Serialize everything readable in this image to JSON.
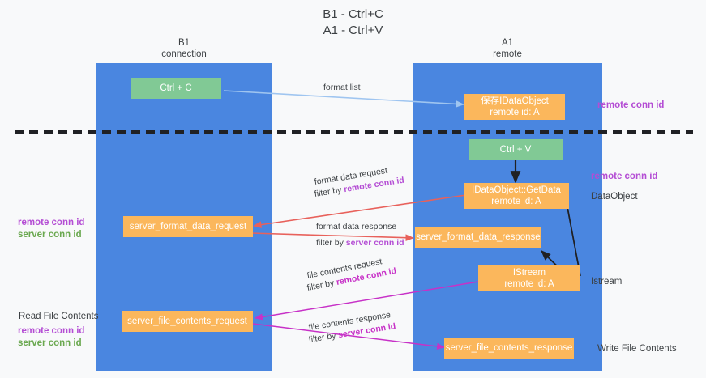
{
  "title": "B1 - Ctrl+C\nA1 - Ctrl+V",
  "columns": {
    "left": "B1\nconnection",
    "right": "A1\nremote"
  },
  "colors": {
    "lane": "#4a86e0",
    "box_green": "#81c995",
    "box_orange": "#fbb75c",
    "accent_purple": "#b44dd4",
    "accent_green": "#6aa84f",
    "accent_magenta": "#c731c7",
    "wire_blue": "#9fc5f0",
    "wire_red": "#e8615b",
    "wire_black": "#202124",
    "background": "#f8f9fa"
  },
  "boxes": {
    "ctrl_c": "Ctrl + C",
    "ctrl_v": "Ctrl + V",
    "save_dataobject": "保存IDataObject\nremote id: A",
    "getdata": "IDataObject::GetData\nremote id: A",
    "istream": "IStream\nremote id: A",
    "server_format_data_request": "server_format_data_request",
    "server_format_data_response": "server_format_data_response",
    "server_file_contents_request": "server_file_contents_request",
    "server_file_contents_response": "server_file_contents_response"
  },
  "edges": {
    "format_list": "format list",
    "format_data_request": "format data request",
    "format_data_request_filter_prefix": "filter by ",
    "format_data_request_filter_key": "remote conn id",
    "format_data_response": "format data response",
    "format_data_response_filter_prefix": "filter by ",
    "format_data_response_filter_key": "server conn id",
    "file_contents_request": "file contents request",
    "file_contents_request_filter_prefix": "filter by ",
    "file_contents_request_filter_key": "remote conn id",
    "file_contents_response": "file contents response",
    "file_contents_response_filter_prefix": "filter by ",
    "file_contents_response_filter_key": "server conn id"
  },
  "annotations": {
    "right_remote_conn_id_top": "remote conn id",
    "right_remote_conn_id_mid": "remote conn id",
    "right_dataobject": "DataObject",
    "right_istream": "Istream",
    "right_write_file_contents": "Write File Contents",
    "left_remote_conn_id": "remote conn id",
    "left_server_conn_id": "server conn id",
    "left_read_file_contents": "Read File Contents",
    "left_remote_conn_id_2": "remote conn id",
    "left_server_conn_id_2": "server conn id"
  }
}
